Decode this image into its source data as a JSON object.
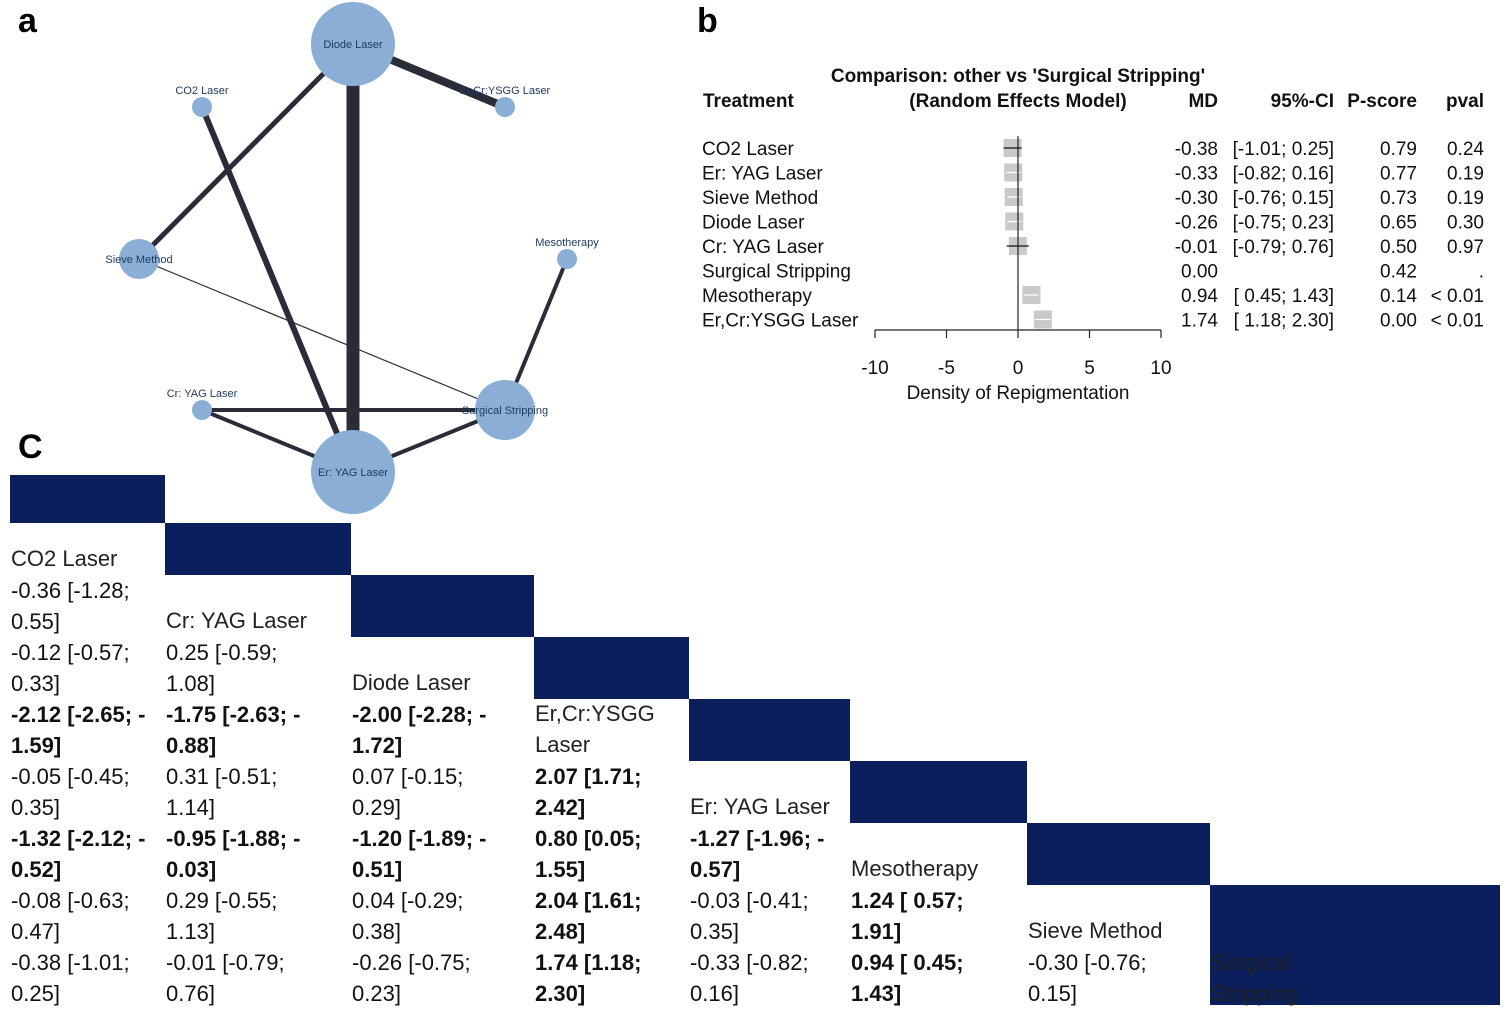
{
  "panels": {
    "a": "a",
    "b": "b",
    "c": "C"
  },
  "network": {
    "nodes": [
      {
        "id": "diode",
        "label": "Diode Laser"
      },
      {
        "id": "co2",
        "label": "CO2 Laser"
      },
      {
        "id": "ercr",
        "label": "Er,Cr:YSGG Laser"
      },
      {
        "id": "sieve",
        "label": "Sieve Method"
      },
      {
        "id": "meso",
        "label": "Mesotherapy"
      },
      {
        "id": "cryag",
        "label": "Cr: YAG Laser"
      },
      {
        "id": "surg",
        "label": "Surgical Stripping"
      },
      {
        "id": "eryag",
        "label": "Er: YAG Laser"
      }
    ],
    "node_color": "#8aaed6",
    "edge_color": "#2a2d38"
  },
  "chart_data": {
    "type": "forest",
    "title_line1": "Comparison: other vs 'Surgical Stripping'",
    "title_line2": "(Random Effects Model)",
    "headers": {
      "treatment": "Treatment",
      "md": "MD",
      "ci": "95%-CI",
      "pscore": "P-score",
      "pval": "pval"
    },
    "rows": [
      {
        "treatment": "CO2 Laser",
        "md": -0.38,
        "lo": -1.01,
        "hi": 0.25,
        "md_text": "-0.38",
        "ci_text": "[-1.01; 0.25]",
        "pscore": "0.79",
        "pval": "0.24"
      },
      {
        "treatment": "Er: YAG Laser",
        "md": -0.33,
        "lo": -0.82,
        "hi": 0.16,
        "md_text": "-0.33",
        "ci_text": "[-0.82; 0.16]",
        "pscore": "0.77",
        "pval": "0.19"
      },
      {
        "treatment": "Sieve Method",
        "md": -0.3,
        "lo": -0.76,
        "hi": 0.15,
        "md_text": "-0.30",
        "ci_text": "[-0.76; 0.15]",
        "pscore": "0.73",
        "pval": "0.19"
      },
      {
        "treatment": "Diode Laser",
        "md": -0.26,
        "lo": -0.75,
        "hi": 0.23,
        "md_text": "-0.26",
        "ci_text": "[-0.75; 0.23]",
        "pscore": "0.65",
        "pval": "0.30"
      },
      {
        "treatment": "Cr: YAG Laser",
        "md": -0.01,
        "lo": -0.79,
        "hi": 0.76,
        "md_text": "-0.01",
        "ci_text": "[-0.79; 0.76]",
        "pscore": "0.50",
        "pval": "0.97"
      },
      {
        "treatment": "Surgical Stripping",
        "md": null,
        "lo": null,
        "hi": null,
        "md_text": "0.00",
        "ci_text": "",
        "pscore": "0.42",
        "pval": "."
      },
      {
        "treatment": "Mesotherapy",
        "md": 0.94,
        "lo": 0.45,
        "hi": 1.43,
        "md_text": "0.94",
        "ci_text": "[ 0.45; 1.43]",
        "pscore": "0.14",
        "pval": "< 0.01"
      },
      {
        "treatment": "Er,Cr:YSGG Laser",
        "md": 1.74,
        "lo": 1.18,
        "hi": 2.3,
        "md_text": "1.74",
        "ci_text": "[ 1.18; 2.30]",
        "pscore": "0.00",
        "pval": "< 0.01"
      }
    ],
    "xlim": [
      -10,
      10
    ],
    "ticks": [
      -10,
      -5,
      0,
      5,
      10
    ],
    "tick_labels": [
      "-10",
      "-5",
      "0",
      "5",
      "10"
    ],
    "xlabel": "Density of Repigmentation"
  },
  "league": {
    "diag_color": "#0a1f5c",
    "names": [
      "CO2 Laser",
      "Cr: YAG Laser",
      "Diode Laser",
      "Er,Cr:YSGG\nLaser",
      "Er: YAG Laser",
      "Mesotherapy",
      "Sieve Method",
      "Surgical\nStripping"
    ],
    "cells": [
      {
        "row": 1,
        "col": 0,
        "text": "-0.36 [-1.28;\n0.55]",
        "bold": false
      },
      {
        "row": 2,
        "col": 0,
        "text": "-0.12 [-0.57;\n0.33]",
        "bold": false
      },
      {
        "row": 2,
        "col": 1,
        "text": "0.25 [-0.59;\n1.08]",
        "bold": false
      },
      {
        "row": 3,
        "col": 0,
        "text": "-2.12 [-2.65; -\n1.59]",
        "bold": true
      },
      {
        "row": 3,
        "col": 1,
        "text": "-1.75 [-2.63; -\n0.88]",
        "bold": true
      },
      {
        "row": 3,
        "col": 2,
        "text": "-2.00 [-2.28; -\n1.72]",
        "bold": true
      },
      {
        "row": 4,
        "col": 0,
        "text": "-0.05 [-0.45;\n0.35]",
        "bold": false
      },
      {
        "row": 4,
        "col": 1,
        "text": "0.31 [-0.51;\n1.14]",
        "bold": false
      },
      {
        "row": 4,
        "col": 2,
        "text": "0.07 [-0.15;\n0.29]",
        "bold": false
      },
      {
        "row": 4,
        "col": 3,
        "text": "2.07 [1.71;\n2.42]",
        "bold": true
      },
      {
        "row": 5,
        "col": 0,
        "text": "-1.32 [-2.12; -\n0.52]",
        "bold": true
      },
      {
        "row": 5,
        "col": 1,
        "text": "-0.95 [-1.88; -\n0.03]",
        "bold": true
      },
      {
        "row": 5,
        "col": 2,
        "text": "-1.20 [-1.89; -\n0.51]",
        "bold": true
      },
      {
        "row": 5,
        "col": 3,
        "text": "0.80 [0.05;\n1.55]",
        "bold": true
      },
      {
        "row": 5,
        "col": 4,
        "text": "-1.27 [-1.96; -\n0.57]",
        "bold": true
      },
      {
        "row": 6,
        "col": 0,
        "text": "-0.08 [-0.63;\n0.47]",
        "bold": false
      },
      {
        "row": 6,
        "col": 1,
        "text": "0.29 [-0.55;\n1.13]",
        "bold": false
      },
      {
        "row": 6,
        "col": 2,
        "text": "0.04 [-0.29;\n0.38]",
        "bold": false
      },
      {
        "row": 6,
        "col": 3,
        "text": "2.04 [1.61;\n2.48]",
        "bold": true
      },
      {
        "row": 6,
        "col": 4,
        "text": "-0.03 [-0.41;\n0.35]",
        "bold": false
      },
      {
        "row": 6,
        "col": 5,
        "text": "1.24 [ 0.57;\n1.91]",
        "bold": true
      },
      {
        "row": 7,
        "col": 0,
        "text": "-0.38 [-1.01;\n0.25]",
        "bold": false
      },
      {
        "row": 7,
        "col": 1,
        "text": "-0.01 [-0.79;\n0.76]",
        "bold": false
      },
      {
        "row": 7,
        "col": 2,
        "text": "-0.26 [-0.75;\n0.23]",
        "bold": false
      },
      {
        "row": 7,
        "col": 3,
        "text": "1.74 [1.18;\n2.30]",
        "bold": true
      },
      {
        "row": 7,
        "col": 4,
        "text": "-0.33 [-0.82;\n0.16]",
        "bold": false
      },
      {
        "row": 7,
        "col": 5,
        "text": "0.94 [ 0.45;\n1.43]",
        "bold": true
      },
      {
        "row": 7,
        "col": 6,
        "text": "-0.30 [-0.76;\n0.15]",
        "bold": false
      }
    ]
  }
}
